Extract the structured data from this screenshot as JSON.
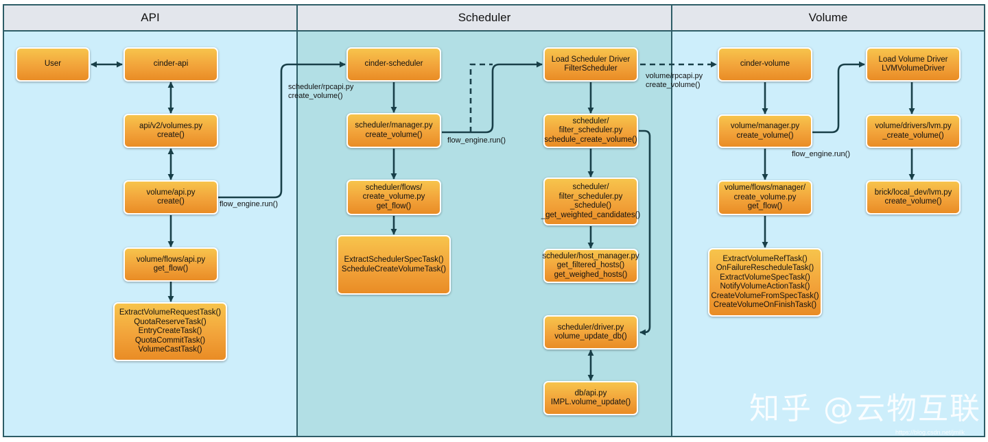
{
  "lanes": {
    "api": "API",
    "scheduler": "Scheduler",
    "volume": "Volume"
  },
  "boxes": {
    "user": "User",
    "cinder_api": "cinder-api",
    "api_volumes": "api/v2/volumes.py\ncreate()",
    "volume_api": "volume/api.py\ncreate()",
    "volume_flows_api": "volume/flows/api.py\nget_flow()",
    "api_tasks": "ExtractVolumeRequestTask()\nQuotaReserveTask()\nEntryCreateTask()\nQuotaCommitTask()\nVolumeCastTask()",
    "cinder_scheduler": "cinder-scheduler",
    "scheduler_manager": "scheduler/manager.py\ncreate_volume()",
    "scheduler_flows": "scheduler/flows/\ncreate_volume.py\nget_flow()",
    "scheduler_tasks": "ExtractSchedulerSpecTask()\nScheduleCreateVolumeTask()",
    "load_scheduler_driver": "Load Scheduler Driver\nFilterScheduler",
    "filter_schedule_create": "scheduler/\nfilter_scheduler.py\nschedule_create_volume()",
    "filter_schedule_internal": "scheduler/\nfilter_scheduler.py\n_schedule()\n_get_weighted_candidates()",
    "host_manager": "scheduler/host_manager.py\nget_filtered_hosts()\nget_weighed_hosts()",
    "scheduler_driver": "scheduler/driver.py\nvolume_update_db()",
    "db_api": "db/api.py\nIMPL.volume_update()",
    "cinder_volume": "cinder-volume",
    "volume_manager": "volume/manager.py\ncreate_volume()",
    "volume_flows_manager": "volume/flows/manager/\ncreate_volume.py\nget_flow()",
    "volume_tasks": "ExtractVolumeRefTask()\nOnFailureRescheduleTask()\nExtractVolumeSpecTask()\nNotifyVolumeActionTask()\nCreateVolumeFromSpecTask()\nCreateVolumeOnFinishTask()",
    "load_volume_driver": "Load Volume Driver\nLVMVolumeDriver",
    "lvm_driver": "volume/drivers/lvm.py\n_create_volume()",
    "brick_lvm": "brick/local_dev/lvm.py\ncreate_volume()"
  },
  "labels": {
    "flow_engine_api": "flow_engine.run()",
    "scheduler_rpcapi": "scheduler/rpcapi.py\ncreate_volume()",
    "flow_engine_scheduler": "flow_engine.run()",
    "volume_rpcapi": "volume/rpcapi.py\ncreate_volume()",
    "flow_engine_volume": "flow_engine.run()"
  },
  "watermark": {
    "text": "知乎 @云物互联",
    "url": "https://blog.csdn.net/jmilk"
  },
  "colors": {
    "lane_light": "#cdeefb",
    "lane_dark": "#b2dfe5",
    "box_orange": "#f2a33a",
    "arrow": "#183f48"
  }
}
